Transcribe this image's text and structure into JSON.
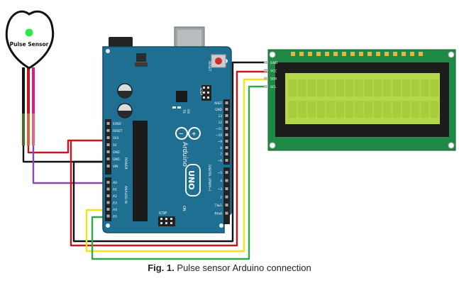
{
  "sensor": {
    "label": "Pulse Sensor"
  },
  "board": {
    "brand": "Arduino",
    "model": "UNO",
    "reset_label": "RESET",
    "icsp_label": "ICSP",
    "icsp_label_bottom": "ICSP",
    "tx_label": "TX",
    "rx_label": "RX",
    "on_label": "ON",
    "digital_label": "DIGITAL (PWM~)",
    "power_label": "POWER",
    "analog_label": "ANALOG IN",
    "power_pins": [
      "IOREF",
      "RESET",
      "3V3",
      "5V",
      "GND",
      "GND",
      "VIN"
    ],
    "analog_pins": [
      "A0",
      "A1",
      "A2",
      "A3",
      "A4",
      "A5"
    ],
    "digital_pins": [
      "AREF",
      "GND",
      "13",
      "12",
      "~11",
      "~10",
      "~9",
      "8",
      "7",
      "~6",
      "~5",
      "4",
      "~3",
      "2",
      "TX▸1",
      "RX◂0"
    ]
  },
  "lcd": {
    "pins": [
      "GND",
      "VCC",
      "SDA",
      "SCL"
    ]
  },
  "caption": {
    "label": "Fig. 1.",
    "text": "Pulse sensor Arduino connection"
  },
  "colors": {
    "board": "#1f6f93",
    "lcd_pcb": "#1f8a45",
    "lcd_screen": "#b5d84a",
    "wire_red": "#c8141c",
    "wire_black": "#111111",
    "wire_purple": "#8e44ad",
    "wire_yellow": "#f2e416",
    "wire_green": "#2ea84a",
    "led": "#2ee84b"
  }
}
